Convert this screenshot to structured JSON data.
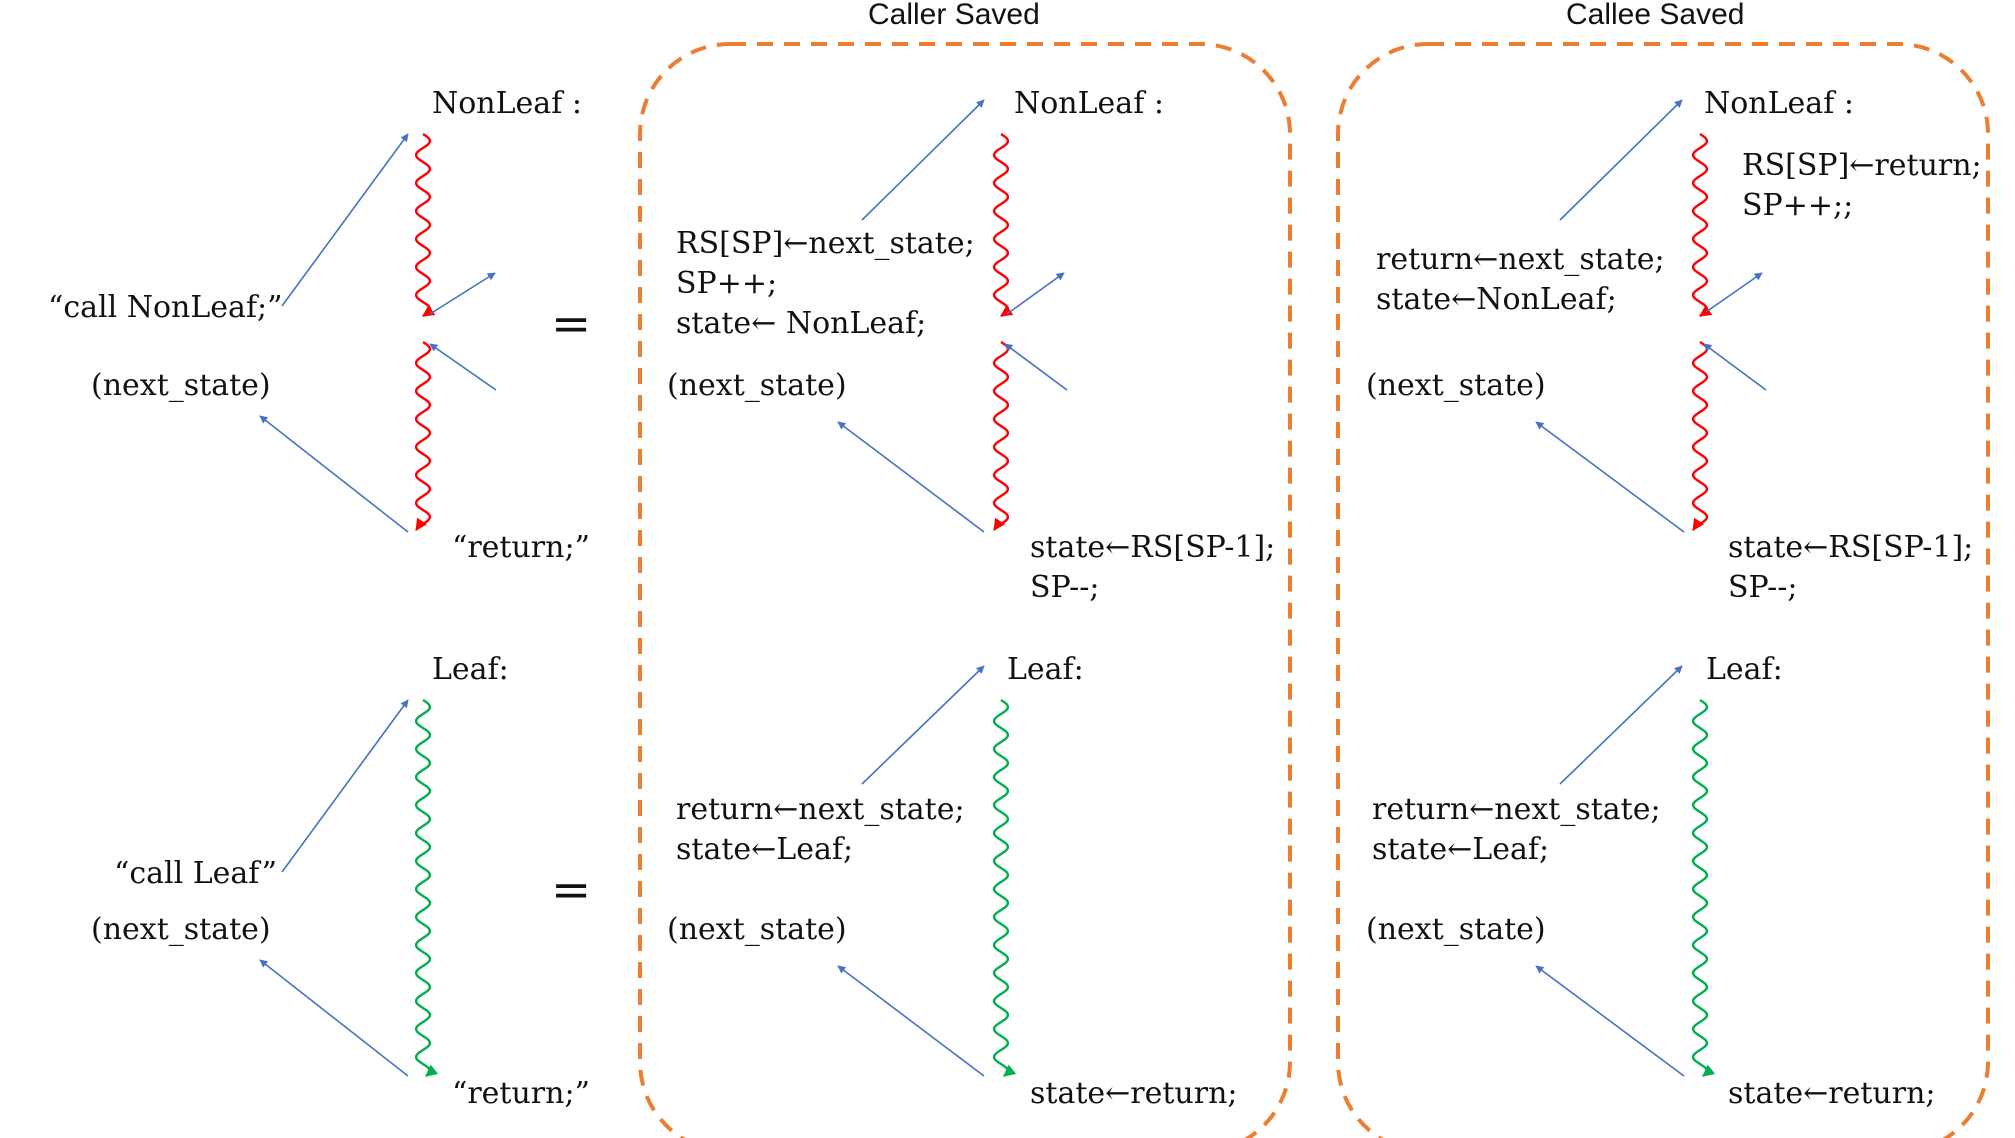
{
  "titles": {
    "caller_saved": "Caller Saved",
    "callee_saved": "Callee Saved"
  },
  "colors": {
    "box": "#ED7D31",
    "arrow": "#4472C4",
    "nonleaf_flow": "#FF0000",
    "leaf_flow": "#00B050"
  },
  "equals": "=",
  "plain": {
    "nonleaf": {
      "label": "NonLeaf :",
      "call": "“call NonLeaf;”",
      "next_state": "(next_state)",
      "ret": "“return;”"
    },
    "leaf": {
      "label": "Leaf:",
      "call": "“call Leaf”",
      "next_state": "(next_state)",
      "ret": "“return;”"
    }
  },
  "caller": {
    "nonleaf": {
      "label": "NonLeaf :",
      "call_lines": [
        "RS[SP]←next_state;",
        "SP++;",
        "state← NonLeaf;"
      ],
      "next_state": "(next_state)",
      "ret_lines": [
        "state←RS[SP-1];",
        "SP--;"
      ]
    },
    "leaf": {
      "label": "Leaf:",
      "call_lines": [
        "return←next_state;",
        "state←Leaf;"
      ],
      "next_state": "(next_state)",
      "ret_lines": [
        "state←return;"
      ]
    }
  },
  "callee": {
    "nonleaf": {
      "label": "NonLeaf :",
      "entry_lines": [
        "RS[SP]←return;",
        "SP++;;"
      ],
      "call_lines": [
        "return←next_state;",
        "state←NonLeaf;"
      ],
      "next_state": "(next_state)",
      "ret_lines": [
        "state←RS[SP-1];",
        "SP--;"
      ]
    },
    "leaf": {
      "label": "Leaf:",
      "call_lines": [
        "return←next_state;",
        "state←Leaf;"
      ],
      "next_state": "(next_state)",
      "ret_lines": [
        "state←return;"
      ]
    }
  }
}
